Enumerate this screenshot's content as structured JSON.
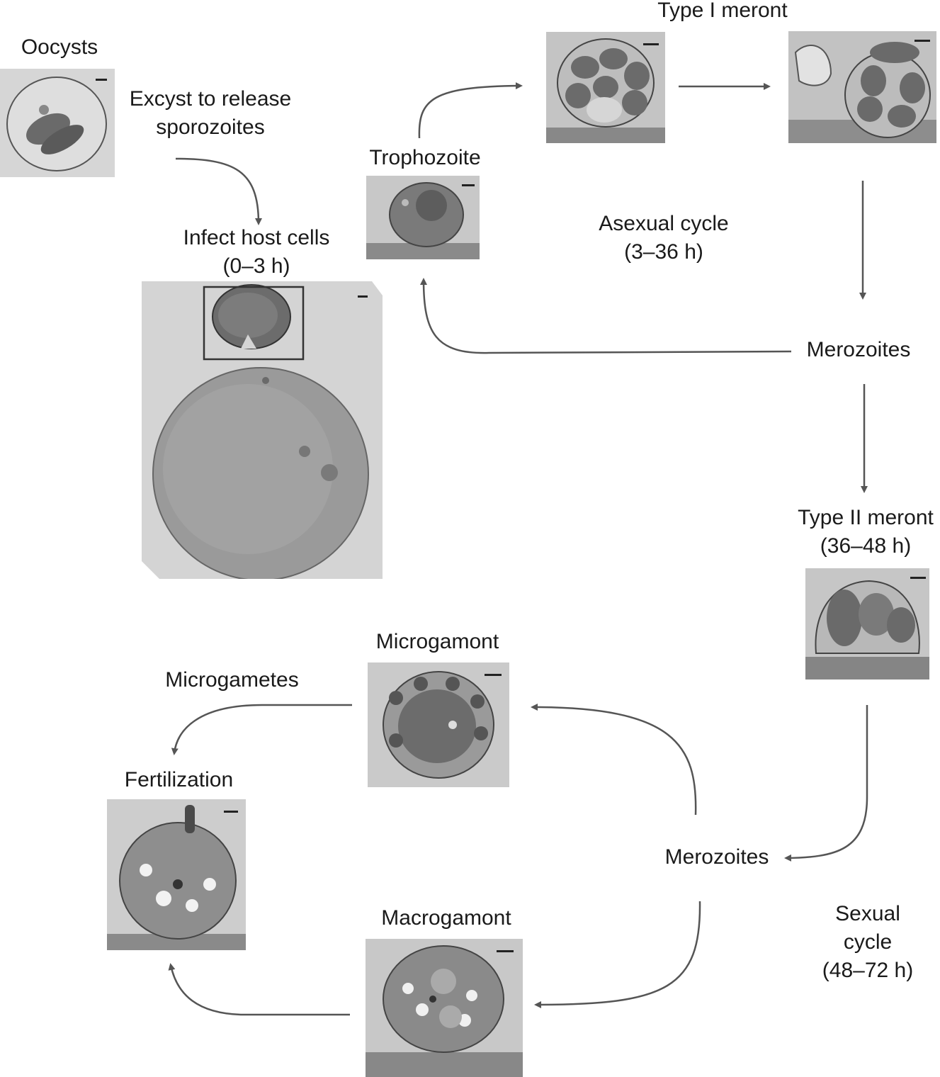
{
  "labels": {
    "oocysts": "Oocysts",
    "excyst_line1": "Excyst to release",
    "excyst_line2": "sporozoites",
    "infect_line1": "Infect host cells",
    "infect_line2": "(0–3 h)",
    "trophozoite": "Trophozoite",
    "type1_meront": "Type I meront",
    "asexual_line1": "Asexual cycle",
    "asexual_line2": "(3–36 h)",
    "merozoites_upper": "Merozoites",
    "type2_line1": "Type II meront",
    "type2_line2": "(36–48 h)",
    "microgamont": "Microgamont",
    "microgametes": "Microgametes",
    "fertilization": "Fertilization",
    "merozoites_lower": "Merozoites",
    "macrogamont": "Macrogamont",
    "sexual_line1": "Sexual",
    "sexual_line2": "cycle",
    "sexual_line3": "(48–72 h)"
  },
  "colors": {
    "text": "#1a1a1a",
    "arrow": "#555555",
    "micrograph_bg": "#c9c9c9",
    "micrograph_dark": "#4a4a4a",
    "micrograph_mid": "#8a8a8a"
  }
}
